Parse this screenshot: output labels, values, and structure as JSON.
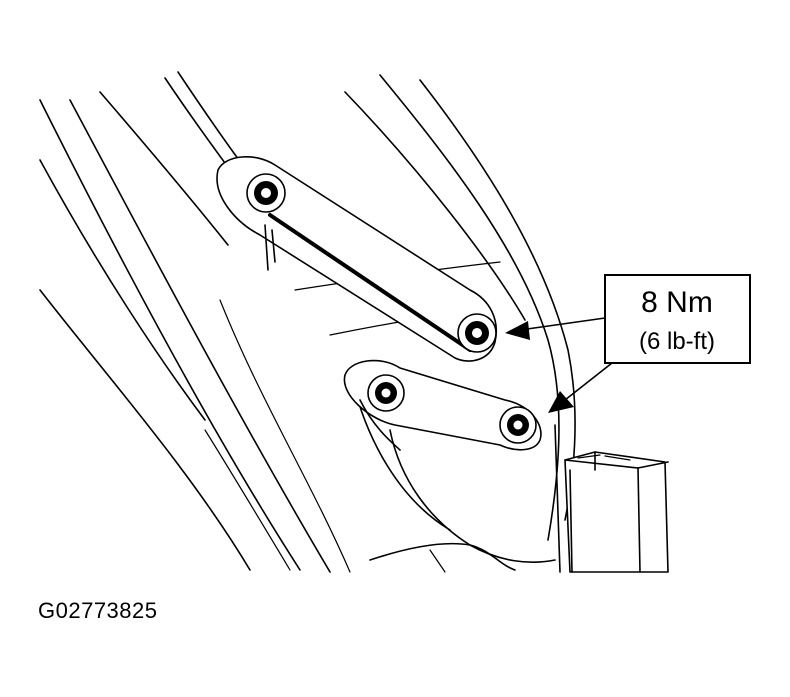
{
  "callout": {
    "torque_nm": "8 Nm",
    "torque_lbft": "(6 lb-ft)"
  },
  "figure_id": "G02773825"
}
